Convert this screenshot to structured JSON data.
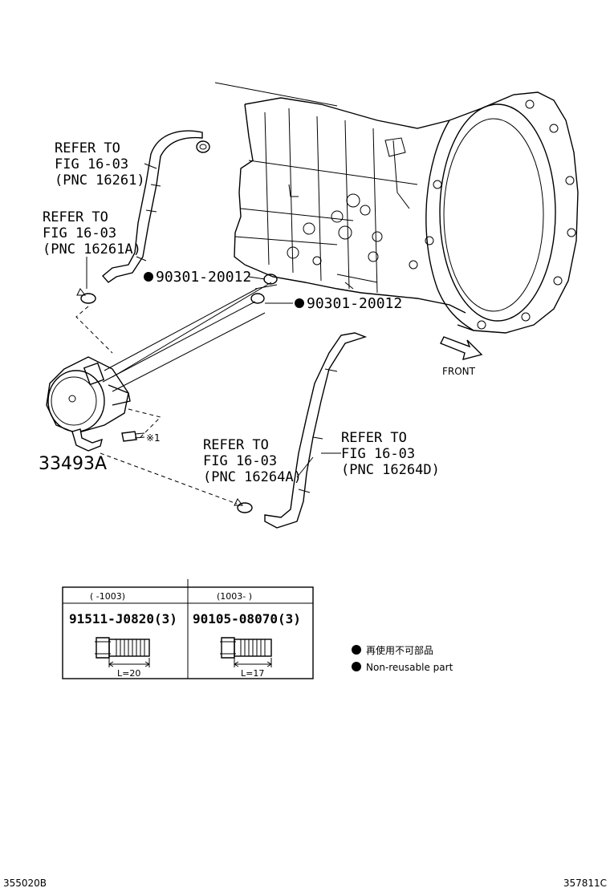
{
  "callouts": {
    "refer_1": [
      "REFER TO",
      "FIG 16-03",
      "(PNC 16261)"
    ],
    "refer_2": [
      "REFER TO",
      "FIG 16-03",
      "(PNC 16261A)"
    ],
    "refer_3": [
      "REFER TO",
      "FIG 16-03",
      "(PNC 16264A)"
    ],
    "refer_4": [
      "REFER TO",
      "FIG 16-03",
      "(PNC 16264D)"
    ],
    "gasket_1": "90301-20012",
    "gasket_2": "90301-20012",
    "cooler": "33493A",
    "bolt_note": "※1",
    "front": "FRONT"
  },
  "bolt_table": {
    "columns": [
      {
        "range": "(    -1003)",
        "part": "91511-J0820(3)",
        "length": "L=20"
      },
      {
        "range": "(1003-    )",
        "part": "90105-08070(3)",
        "length": "L=17"
      }
    ]
  },
  "legend": {
    "jp": "再使用不可部品",
    "en": "Non-reusable part"
  },
  "footer": {
    "left": "355020B",
    "right": "357811C"
  }
}
